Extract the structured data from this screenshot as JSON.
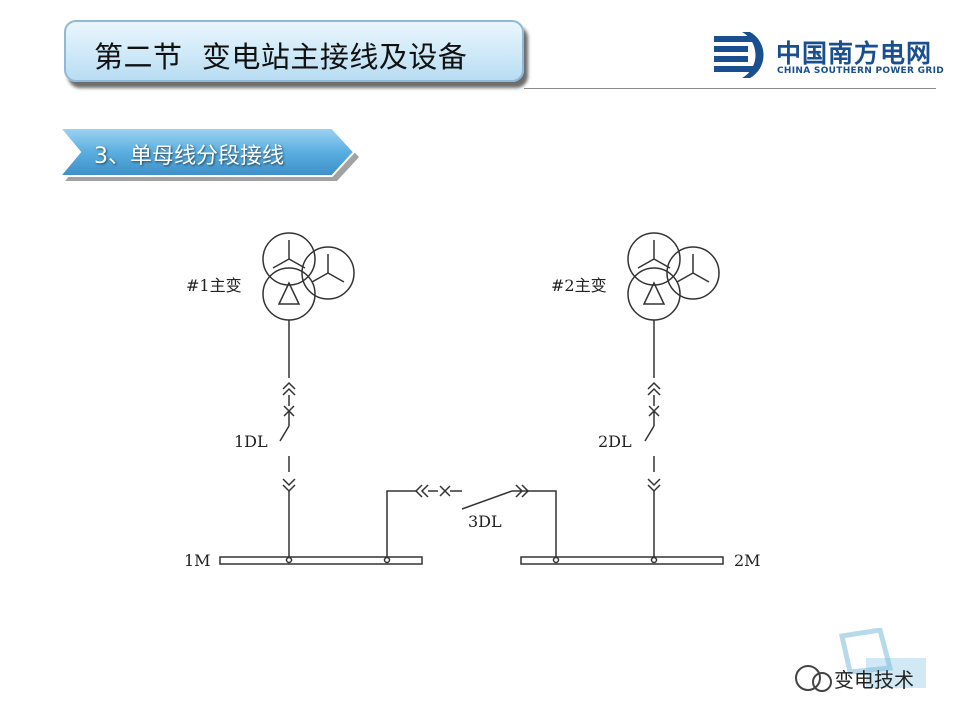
{
  "header": {
    "title": "第二节  变电站主接线及设备",
    "logo_cn": "中国南方电网",
    "logo_en": "CHINA SOUTHERN POWER GRID"
  },
  "section": {
    "title": "3、单母线分段接线"
  },
  "diagram": {
    "transformer_1": "#1主变",
    "transformer_2": "#2主变",
    "breaker_1": "1DL",
    "breaker_2": "2DL",
    "breaker_3": "3DL",
    "bus_1": "1M",
    "bus_2": "2M"
  },
  "watermark": {
    "text": "变电技术"
  },
  "colors": {
    "title_bg": "#cfe9f8",
    "banner": "#5aaee0",
    "brand": "#1a4f8f",
    "line": "#333333"
  }
}
